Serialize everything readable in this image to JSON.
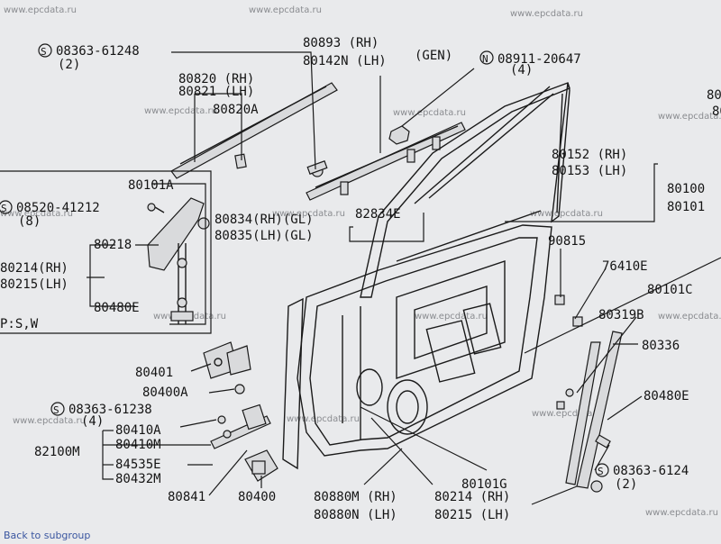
{
  "watermarks": [
    "www.epcdata.ru",
    "www.epcdata.ru",
    "www.epcdata.ru",
    "www.epcdata.ru",
    "www.epcdata.ru",
    "www.epcdata.ru",
    "www.epcdata.ru",
    "www.epcdata.ru",
    "www.epcdata.ru",
    "www.epcdata.ru",
    "www.epcdata.ru",
    "www.epcdata.ru",
    "www.epcdata.ru",
    "www.epcdata.ru",
    "www.epcdata.ru",
    "www.epcdata.ru"
  ],
  "labels": {
    "s_08363_61248": "08363-61248",
    "s_08363_61248_qty": "(2)",
    "p80820": "80820 (RH)",
    "p80821": "80821 (LH)",
    "p80820A": "80820A",
    "p80893": "80893 (RH)",
    "p80142N": "80142N (LH)",
    "gen": "(GEN)",
    "n_08911_20647": "08911-20647",
    "n_08911_20647_qty": "(4)",
    "p80152": "80152 (RH)",
    "p80153": "80153 (LH)",
    "p80100": "80100",
    "p80101": "80101",
    "p80101A": "80101A",
    "s_08520_41212": "08520-41212",
    "s_08520_41212_qty": "(8)",
    "p80834": "80834(RH)(GL)",
    "p80835": "80835(LH)(GL)",
    "p82834E": "82834E",
    "p90815": "90815",
    "p80218": "80218",
    "p80214": "80214(RH)",
    "p80215": "80215(LH)",
    "p76410E": "76410E",
    "p80101C": "80101C",
    "p80480E_left": "80480E",
    "pws": "P:S,W",
    "p80319B": "80319B",
    "p80336": "80336",
    "p80401": "80401",
    "p80400A": "80400A",
    "s_08363_61238": "08363-61238",
    "s_08363_61238_qty": "(4)",
    "p80410A": "80410A",
    "p80410M": "80410M",
    "p82100M": "82100M",
    "p84535E": "84535E",
    "p80432M": "80432M",
    "p80480E_right": "80480E",
    "s_08363_6124": "08363-6124",
    "s_08363_6124_qty": "(2)",
    "p80101G": "80101G",
    "p80841": "80841",
    "p80400": "80400",
    "p80880M": "80880M (RH)",
    "p80880N": "80880N (LH)",
    "p80214b": "80214 (RH)",
    "p80215b": "80215 (LH)",
    "p80_cut": "80",
    "p80_cut2": "80",
    "sym_S": "S",
    "sym_N": "N"
  },
  "footer": {
    "link_text": "Back to subgroup"
  }
}
